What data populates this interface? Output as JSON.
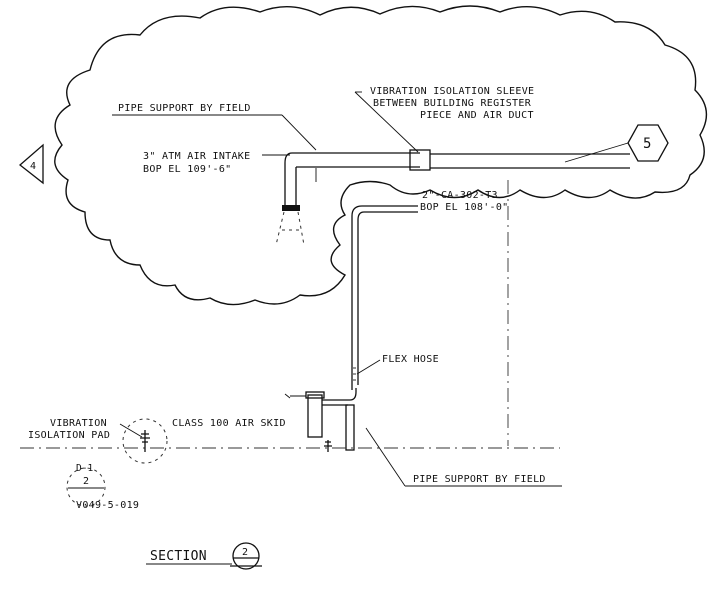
{
  "revision_tag": "4",
  "callout_tag": "5",
  "labels": {
    "pipe_support_top": "PIPE SUPPORT BY FIELD",
    "atm_intake_line1": "3\" ATM AIR INTAKE",
    "atm_intake_line2": "BOP EL 109'-6\"",
    "sleeve_line1": "VIBRATION ISOLATION SLEEVE",
    "sleeve_line2": "BETWEEN BUILDING REGISTER",
    "sleeve_line3": "PIECE AND AIR DUCT",
    "ca_line1": "2\"-CA-302-T3",
    "ca_line2": "BOP EL 108'-0\"",
    "flex_hose": "FLEX HOSE",
    "vib_pad_line1": "VIBRATION",
    "vib_pad_line2": "ISOLATION PAD",
    "air_skid": "CLASS 100 AIR SKID",
    "pipe_support_bottom": "PIPE SUPPORT BY FIELD"
  },
  "detail_ref": {
    "id": "D-1",
    "number": "2",
    "sheet": "V049-5-019"
  },
  "section": {
    "label": "SECTION",
    "number": "2"
  }
}
